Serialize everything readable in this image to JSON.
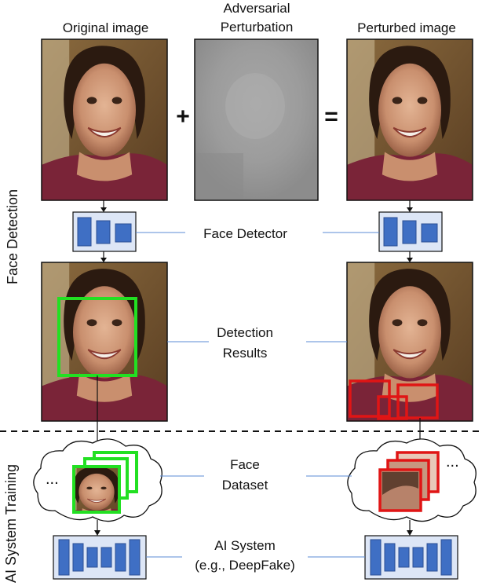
{
  "headers": {
    "original": "Original image",
    "perturbation_line1": "Adversarial",
    "perturbation_line2": "Perturbation",
    "perturbed": "Perturbed image"
  },
  "operators": {
    "plus": "+",
    "equals": "="
  },
  "labels": {
    "face_detector": "Face Detector",
    "detection_results_line1": "Detection",
    "detection_results_line2": "Results",
    "face_dataset_line1": "Face",
    "face_dataset_line2": "Dataset",
    "ai_system_line1": "AI System",
    "ai_system_line2": "(e.g., DeepFake)",
    "ellipsis": "..."
  },
  "side_labels": {
    "face_detection": "Face Detection",
    "ai_system_training": "AI System Training"
  },
  "colors": {
    "block_fill": "#3f6fc4",
    "block_border": "#2b4f94",
    "module_bg": "#dde6f6",
    "detect_good": "#22e022",
    "detect_bad": "#e01515",
    "connector": "#5b8bd6"
  }
}
